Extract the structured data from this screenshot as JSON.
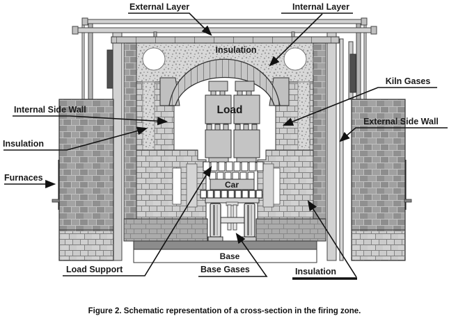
{
  "figure": {
    "caption": "Figure 2. Schematic representation of a cross-section in the firing zone.",
    "labels": {
      "external_layer": "External Layer",
      "internal_layer": "Internal Layer",
      "insulation_top": "Insulation",
      "kiln_gases": "Kiln Gases",
      "internal_side_wall": "Internal Side Wall",
      "insulation_left": "Insulation",
      "furnaces": "Furnaces",
      "external_side_wall": "External Side Wall",
      "load": "Load",
      "car": "Car",
      "base": "Base",
      "load_support": "Load Support",
      "base_gases": "Base Gases",
      "insulation_bottom": "Insulation"
    },
    "colors": {
      "line": "#111111",
      "brick_dark": "#9a9a9a",
      "brick_light": "#cbcbcb",
      "insulation_fill": "#d8d8d8",
      "base_slab": "#8c8c8c",
      "block_fill": "#c4c4c4",
      "background": "#ffffff"
    }
  }
}
